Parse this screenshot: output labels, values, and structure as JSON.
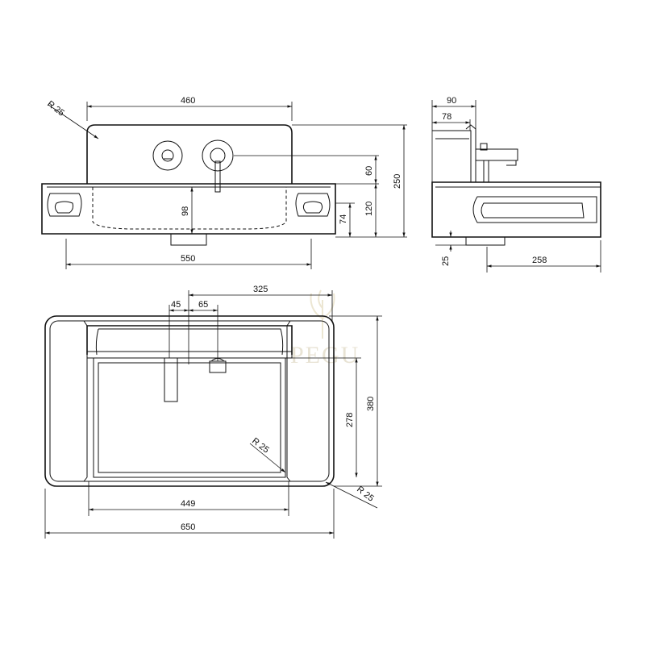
{
  "front_view": {
    "dims": {
      "radius": "R 25",
      "width_top": "460",
      "width_bottom": "550",
      "hole_offset": "60",
      "depth_inner": "98",
      "depth_74": "74",
      "height_120": "120",
      "height_total": "250"
    }
  },
  "side_view": {
    "dims": {
      "depth_90": "90",
      "depth_78": "78",
      "drop_25": "25",
      "length_258": "258"
    }
  },
  "top_view": {
    "dims": {
      "offset_325": "325",
      "offset_45": "45",
      "offset_65": "65",
      "radius_inner": "R 25",
      "radius_outer": "R 25",
      "depth_278": "278",
      "depth_380": "380",
      "width_449": "449",
      "width_650": "650"
    }
  },
  "watermark": {
    "text": "PEGU"
  }
}
